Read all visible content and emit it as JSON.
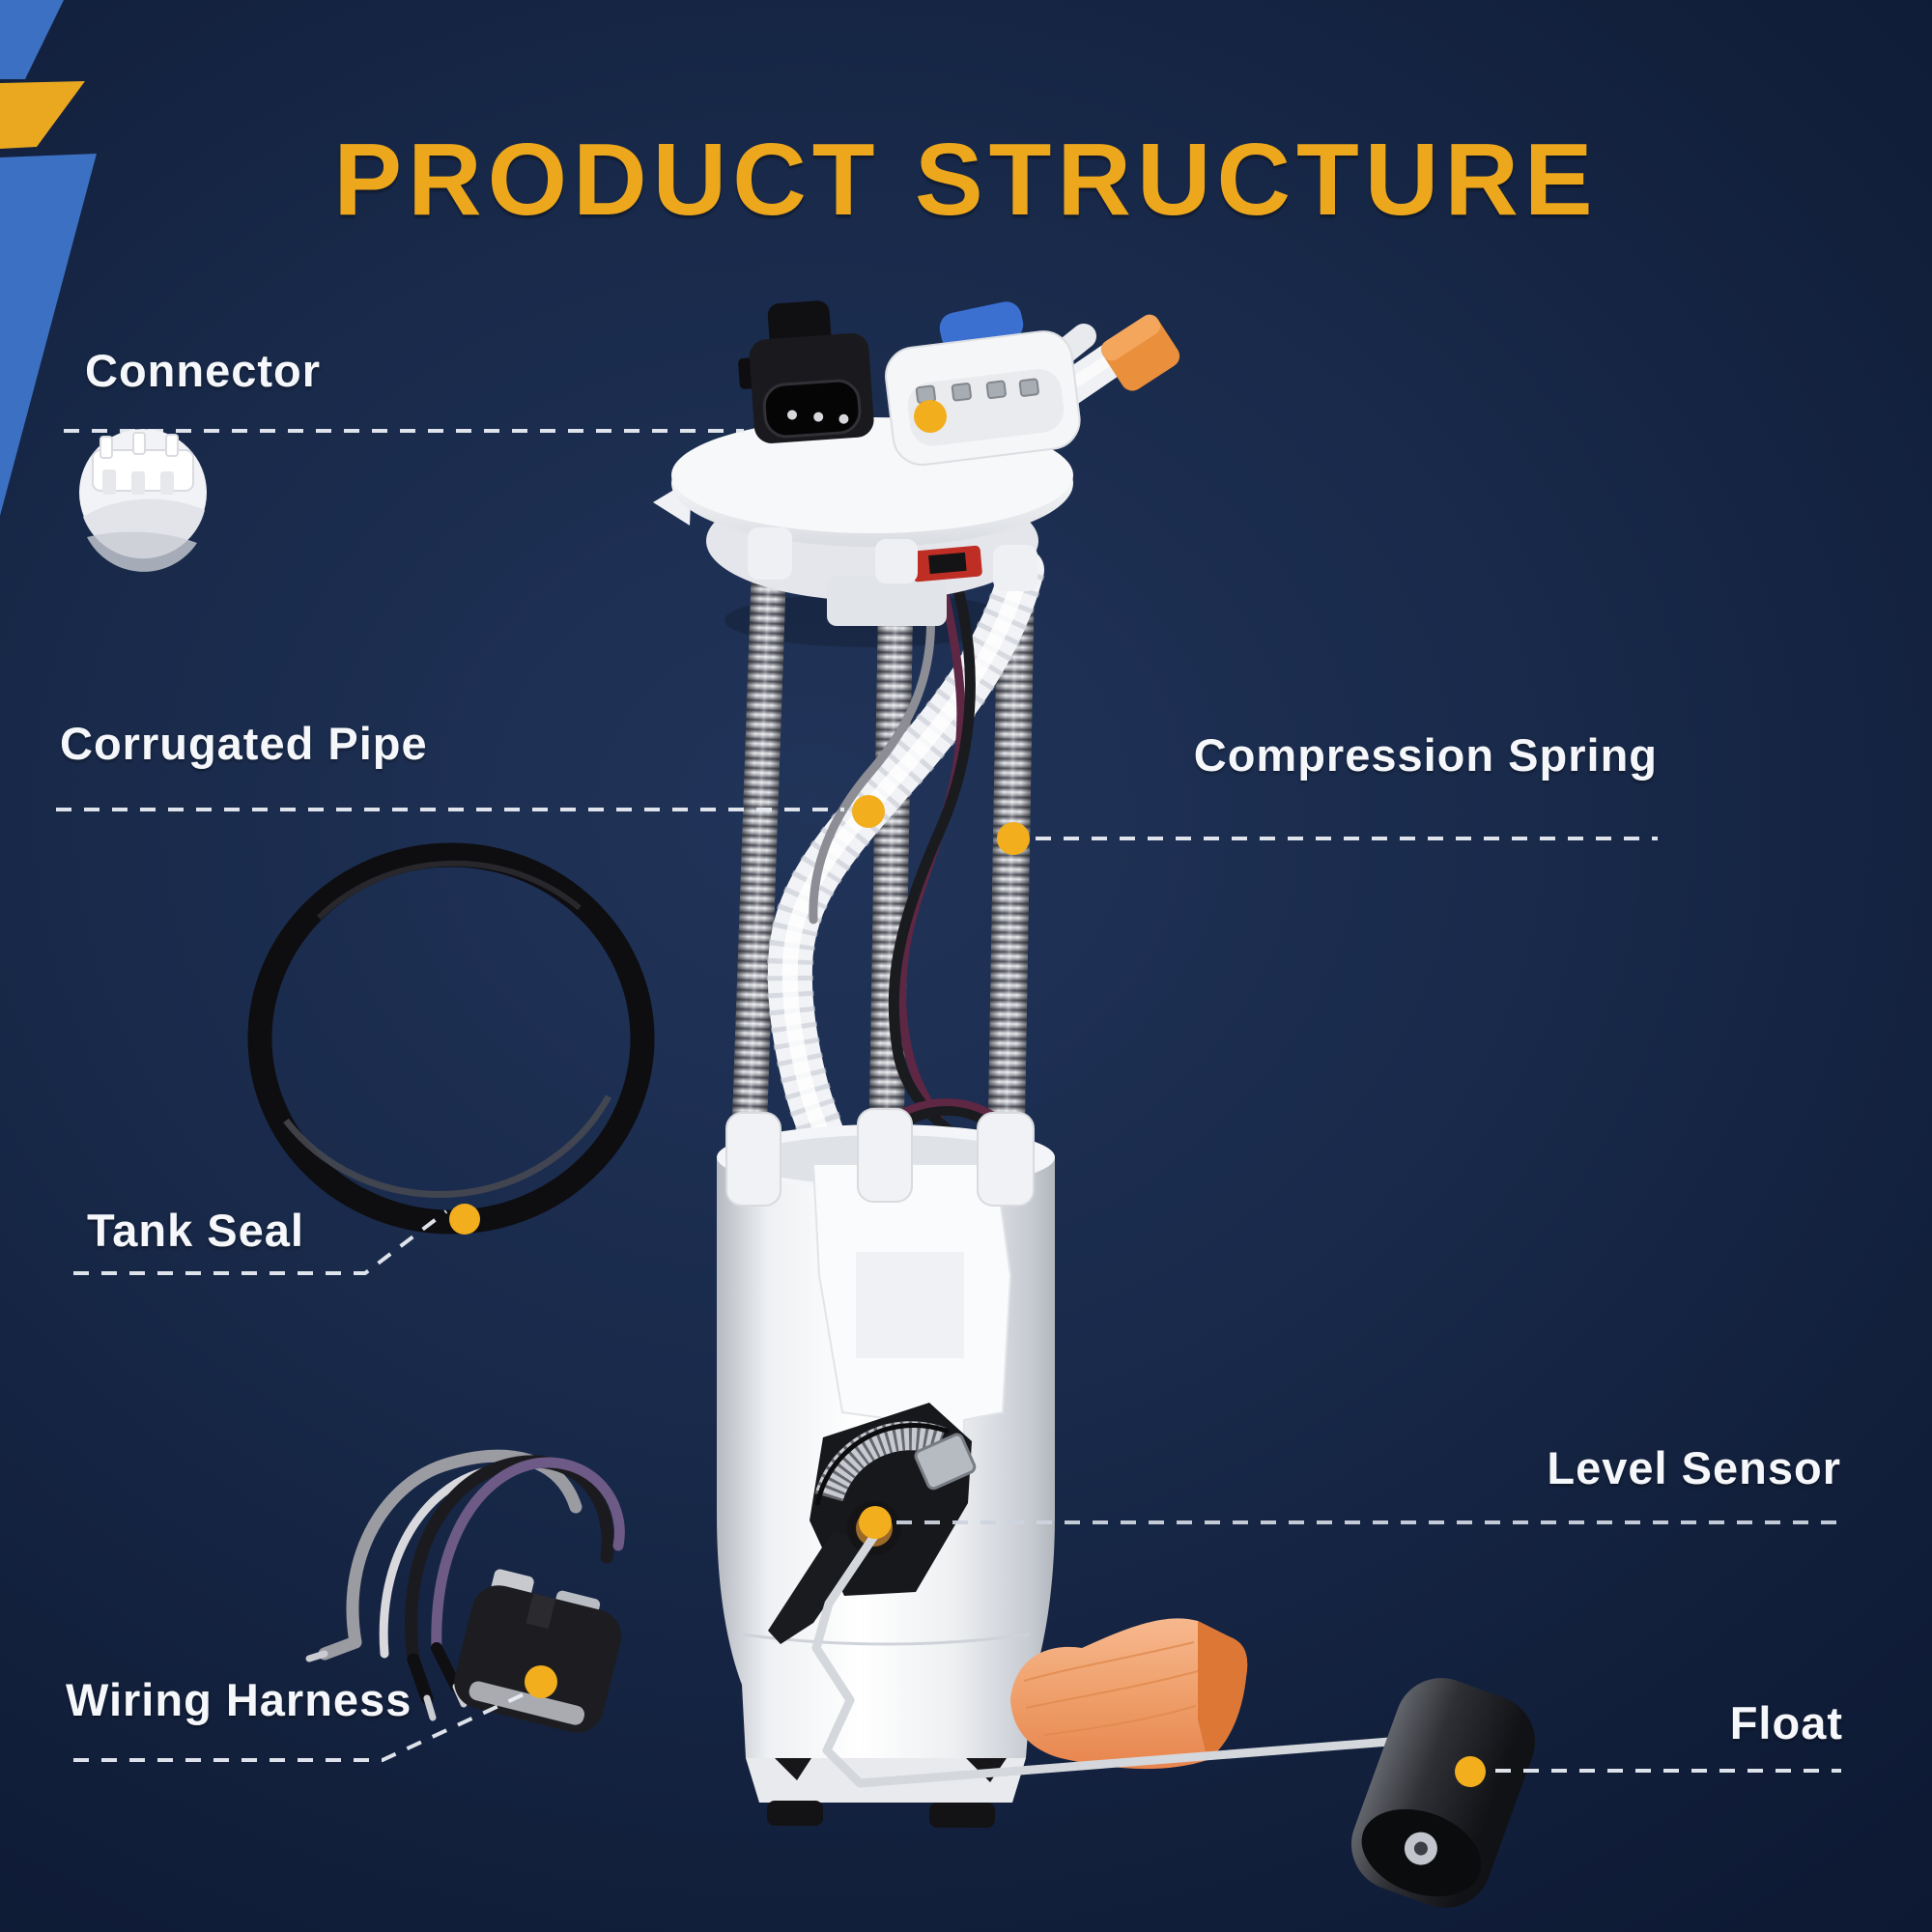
{
  "title": "PRODUCT STRUCTURE",
  "callouts": {
    "connector": {
      "label": "Connector"
    },
    "corrugated_pipe": {
      "label": "Corrugated Pipe"
    },
    "tank_seal": {
      "label": "Tank Seal"
    },
    "wiring_harness": {
      "label": "Wiring Harness"
    },
    "compression_spring": {
      "label": "Compression Spring"
    },
    "level_sensor": {
      "label": "Level Sensor"
    },
    "float": {
      "label": "Float"
    }
  },
  "theme": {
    "background_navy": "#16263F",
    "title_yellow": "#ECA71D",
    "accent_blue": "#3B70C2",
    "accent_yellow": "#E9A81F",
    "label_white": "#F5F7FA",
    "leader_dash_white": "#E9EDF4",
    "callout_dot_yellow": "#F2AE1D",
    "strainer_orange": "#EF9A60",
    "port_cap_orange": "#EA8F3C",
    "port_cap_blue": "#3B6FD0"
  },
  "diagram": {
    "subject": "fuel pump module assembly",
    "parts": [
      "connector",
      "corrugated pipe",
      "tank seal o-ring",
      "wiring harness",
      "compression spring",
      "level sensor",
      "float",
      "fuel strainer",
      "reservoir body",
      "top flange"
    ]
  }
}
